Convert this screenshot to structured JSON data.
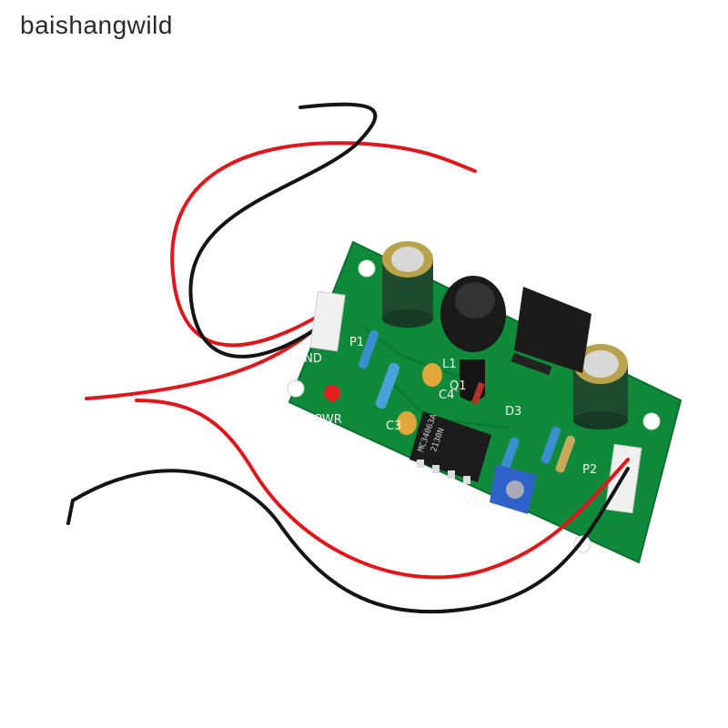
{
  "watermark": "baishangwild",
  "board": {
    "labels": {
      "gnd": "GND",
      "p1": "P1",
      "pwr": "PWR",
      "l1": "L1",
      "q1": "Q1",
      "c4": "C4",
      "c3": "C3",
      "d3": "D3",
      "vr1": "VR1",
      "p2": "P2"
    },
    "chip_line1": "MC34063A",
    "chip_line2": "2130N"
  },
  "colors": {
    "pcb": "#0e8a3a",
    "red_wire": "#e0161b",
    "black_wire": "#141414",
    "capacitor": "#1e4a2e",
    "trimmer": "#2e62c8"
  }
}
